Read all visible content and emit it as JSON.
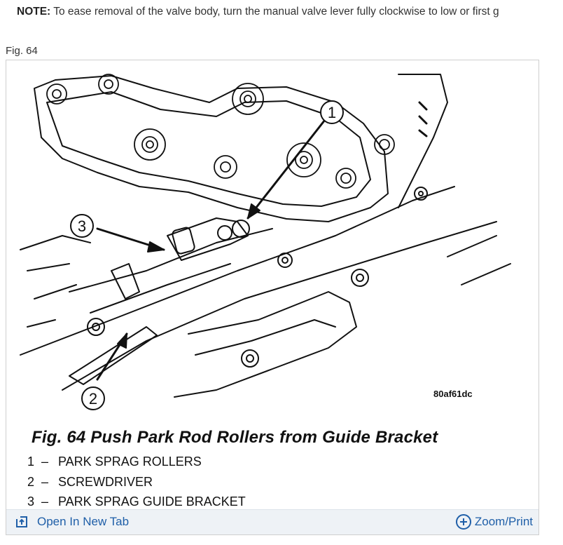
{
  "note": {
    "label": "NOTE:",
    "text": " To ease removal of the valve body, turn the manual valve lever fully clockwise to low or first g"
  },
  "figure": {
    "label": "Fig. 64",
    "ref_code": "80af61dc",
    "caption": "Fig. 64 Push Park Rod Rollers from Guide Bracket",
    "callouts": [
      "1",
      "2",
      "3"
    ],
    "legend": [
      {
        "num": "1",
        "dash": "–",
        "text": "PARK SPRAG ROLLERS"
      },
      {
        "num": "2",
        "dash": "–",
        "text": "SCREWDRIVER"
      },
      {
        "num": "3",
        "dash": "–",
        "text": "PARK SPRAG GUIDE BRACKET"
      }
    ]
  },
  "toolbar": {
    "open_tab_label": "Open In New Tab",
    "open_tab_icon": "open-new-tab-icon",
    "zoom_label": "Zoom/Print",
    "zoom_icon": "zoom-plus-icon",
    "link_color": "#1f5fa8"
  }
}
